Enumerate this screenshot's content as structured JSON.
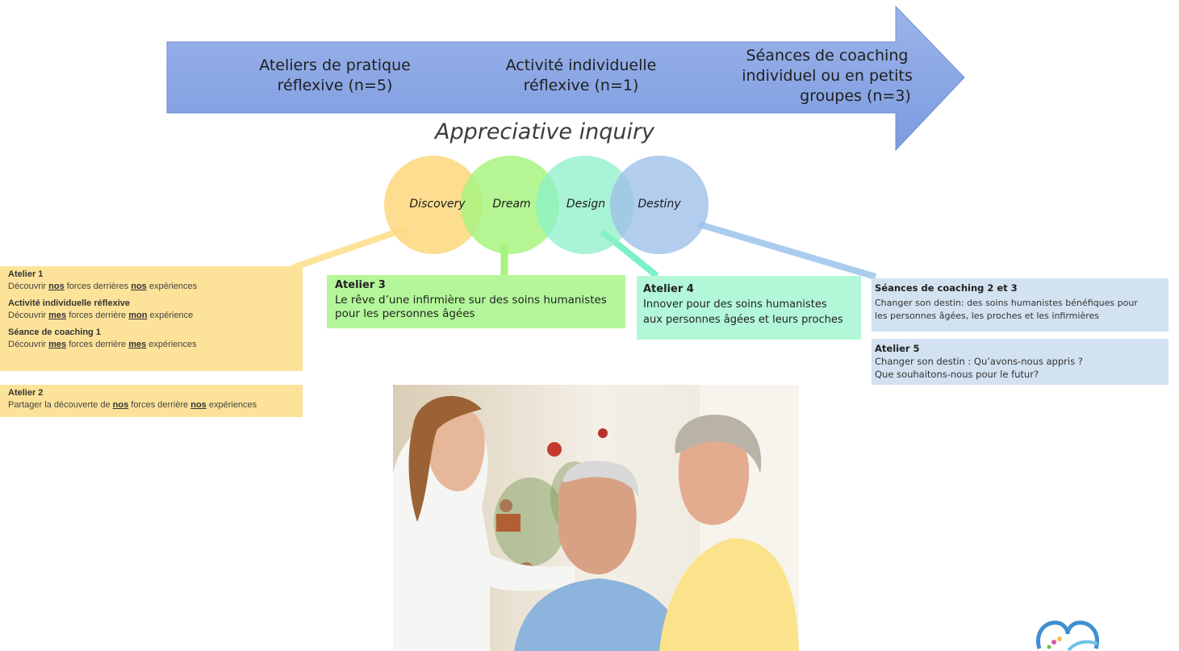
{
  "timeline": {
    "stage1": [
      "Ateliers de pratique",
      "réflexive (n=5)"
    ],
    "stage2": [
      "Activité individuelle",
      "réflexive (n=1)"
    ],
    "stage3": [
      "Séances de coaching",
      "individuel ou en petits",
      "groupes (n=3)"
    ]
  },
  "appreciative_inquiry": {
    "title": "Appreciative inquiry",
    "phases": [
      "Discovery",
      "Dream",
      "Design",
      "Destiny"
    ]
  },
  "discovery_box": {
    "atelier1_title": "Atelier 1",
    "atelier1": {
      "a": "Découvrir ",
      "b": "nos",
      "c": " forces derrières ",
      "d": "nos",
      "e": " expériences"
    },
    "activite_title": "Activité individuelle réflexive",
    "activite": {
      "a": "Découvrir ",
      "b": "mes",
      "c": " forces derrière ",
      "d": "mon",
      "e": " expérience"
    },
    "seance_title": "Séance de coaching 1",
    "seance": {
      "a": "Découvrir ",
      "b": "mes",
      "c": " forces derrière ",
      "d": "mes",
      "e": " expériences"
    }
  },
  "atelier2_box": {
    "title": "Atelier 2",
    "text": {
      "a": "Partager la découverte de ",
      "b": "nos",
      "c": " forces derrière ",
      "d": "nos",
      "e": " expériences"
    }
  },
  "atelier3_box": {
    "title": "Atelier 3",
    "line1": "Le rêve d’une infirmière sur des soins humanistes",
    "line2": "pour les personnes âgées"
  },
  "atelier4_box": {
    "title": "Atelier 4",
    "line1": "Innover pour des soins humanistes",
    "line2": "aux personnes âgées et leurs proches"
  },
  "coaching_box": {
    "title": "Séances de coaching 2 et 3",
    "line1": "Changer son destin: des soins humanistes bénéfiques pour",
    "line2": "les personnes âgées, les proches et  les infirmières"
  },
  "atelier5_box": {
    "title": "Atelier 5",
    "line1": "Changer son destin : Qu’avons-nous appris ?",
    "line2": "Que souhaitons-nous pour le futur?"
  },
  "colors": {
    "arrow_fill": "#8aa7e3",
    "arrow_stroke": "#6e8fd6",
    "discovery": "#fdd880",
    "dream": "#a8f380",
    "design": "#9ef1d2",
    "destiny": "#a9c8ea"
  }
}
